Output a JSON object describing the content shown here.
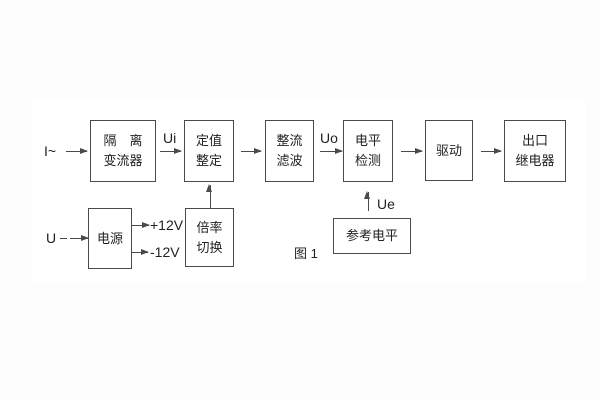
{
  "page": {
    "background_color": "#fdfdfd",
    "sheet_color": "#ffffff",
    "line_color": "#4a4a4a",
    "text_color": "#222222"
  },
  "diagram": {
    "caption": "图 1",
    "inputs": [
      {
        "label": "I~"
      },
      {
        "label": "U"
      }
    ],
    "blocks": [
      {
        "id": "isolation-transformer",
        "lines": [
          "隔　离",
          "变流器"
        ]
      },
      {
        "id": "setpoint-setting",
        "lines": [
          "定值",
          "整定"
        ]
      },
      {
        "id": "rectifier-filter",
        "lines": [
          "整流",
          "滤波"
        ]
      },
      {
        "id": "level-detection",
        "lines": [
          "电平",
          "检测"
        ]
      },
      {
        "id": "drive",
        "lines": [
          "驱动"
        ]
      },
      {
        "id": "output-relay",
        "lines": [
          "出口",
          "继电器"
        ]
      },
      {
        "id": "power-supply",
        "lines": [
          "电源"
        ]
      },
      {
        "id": "multiplier-switch",
        "lines": [
          "倍率",
          "切换"
        ]
      },
      {
        "id": "reference-level",
        "lines": [
          "参考电平"
        ]
      }
    ],
    "signals": {
      "ui": "Ui",
      "uo": "Uo",
      "ue": "Ue",
      "plus12": "+12V",
      "minus12": "-12V"
    }
  }
}
